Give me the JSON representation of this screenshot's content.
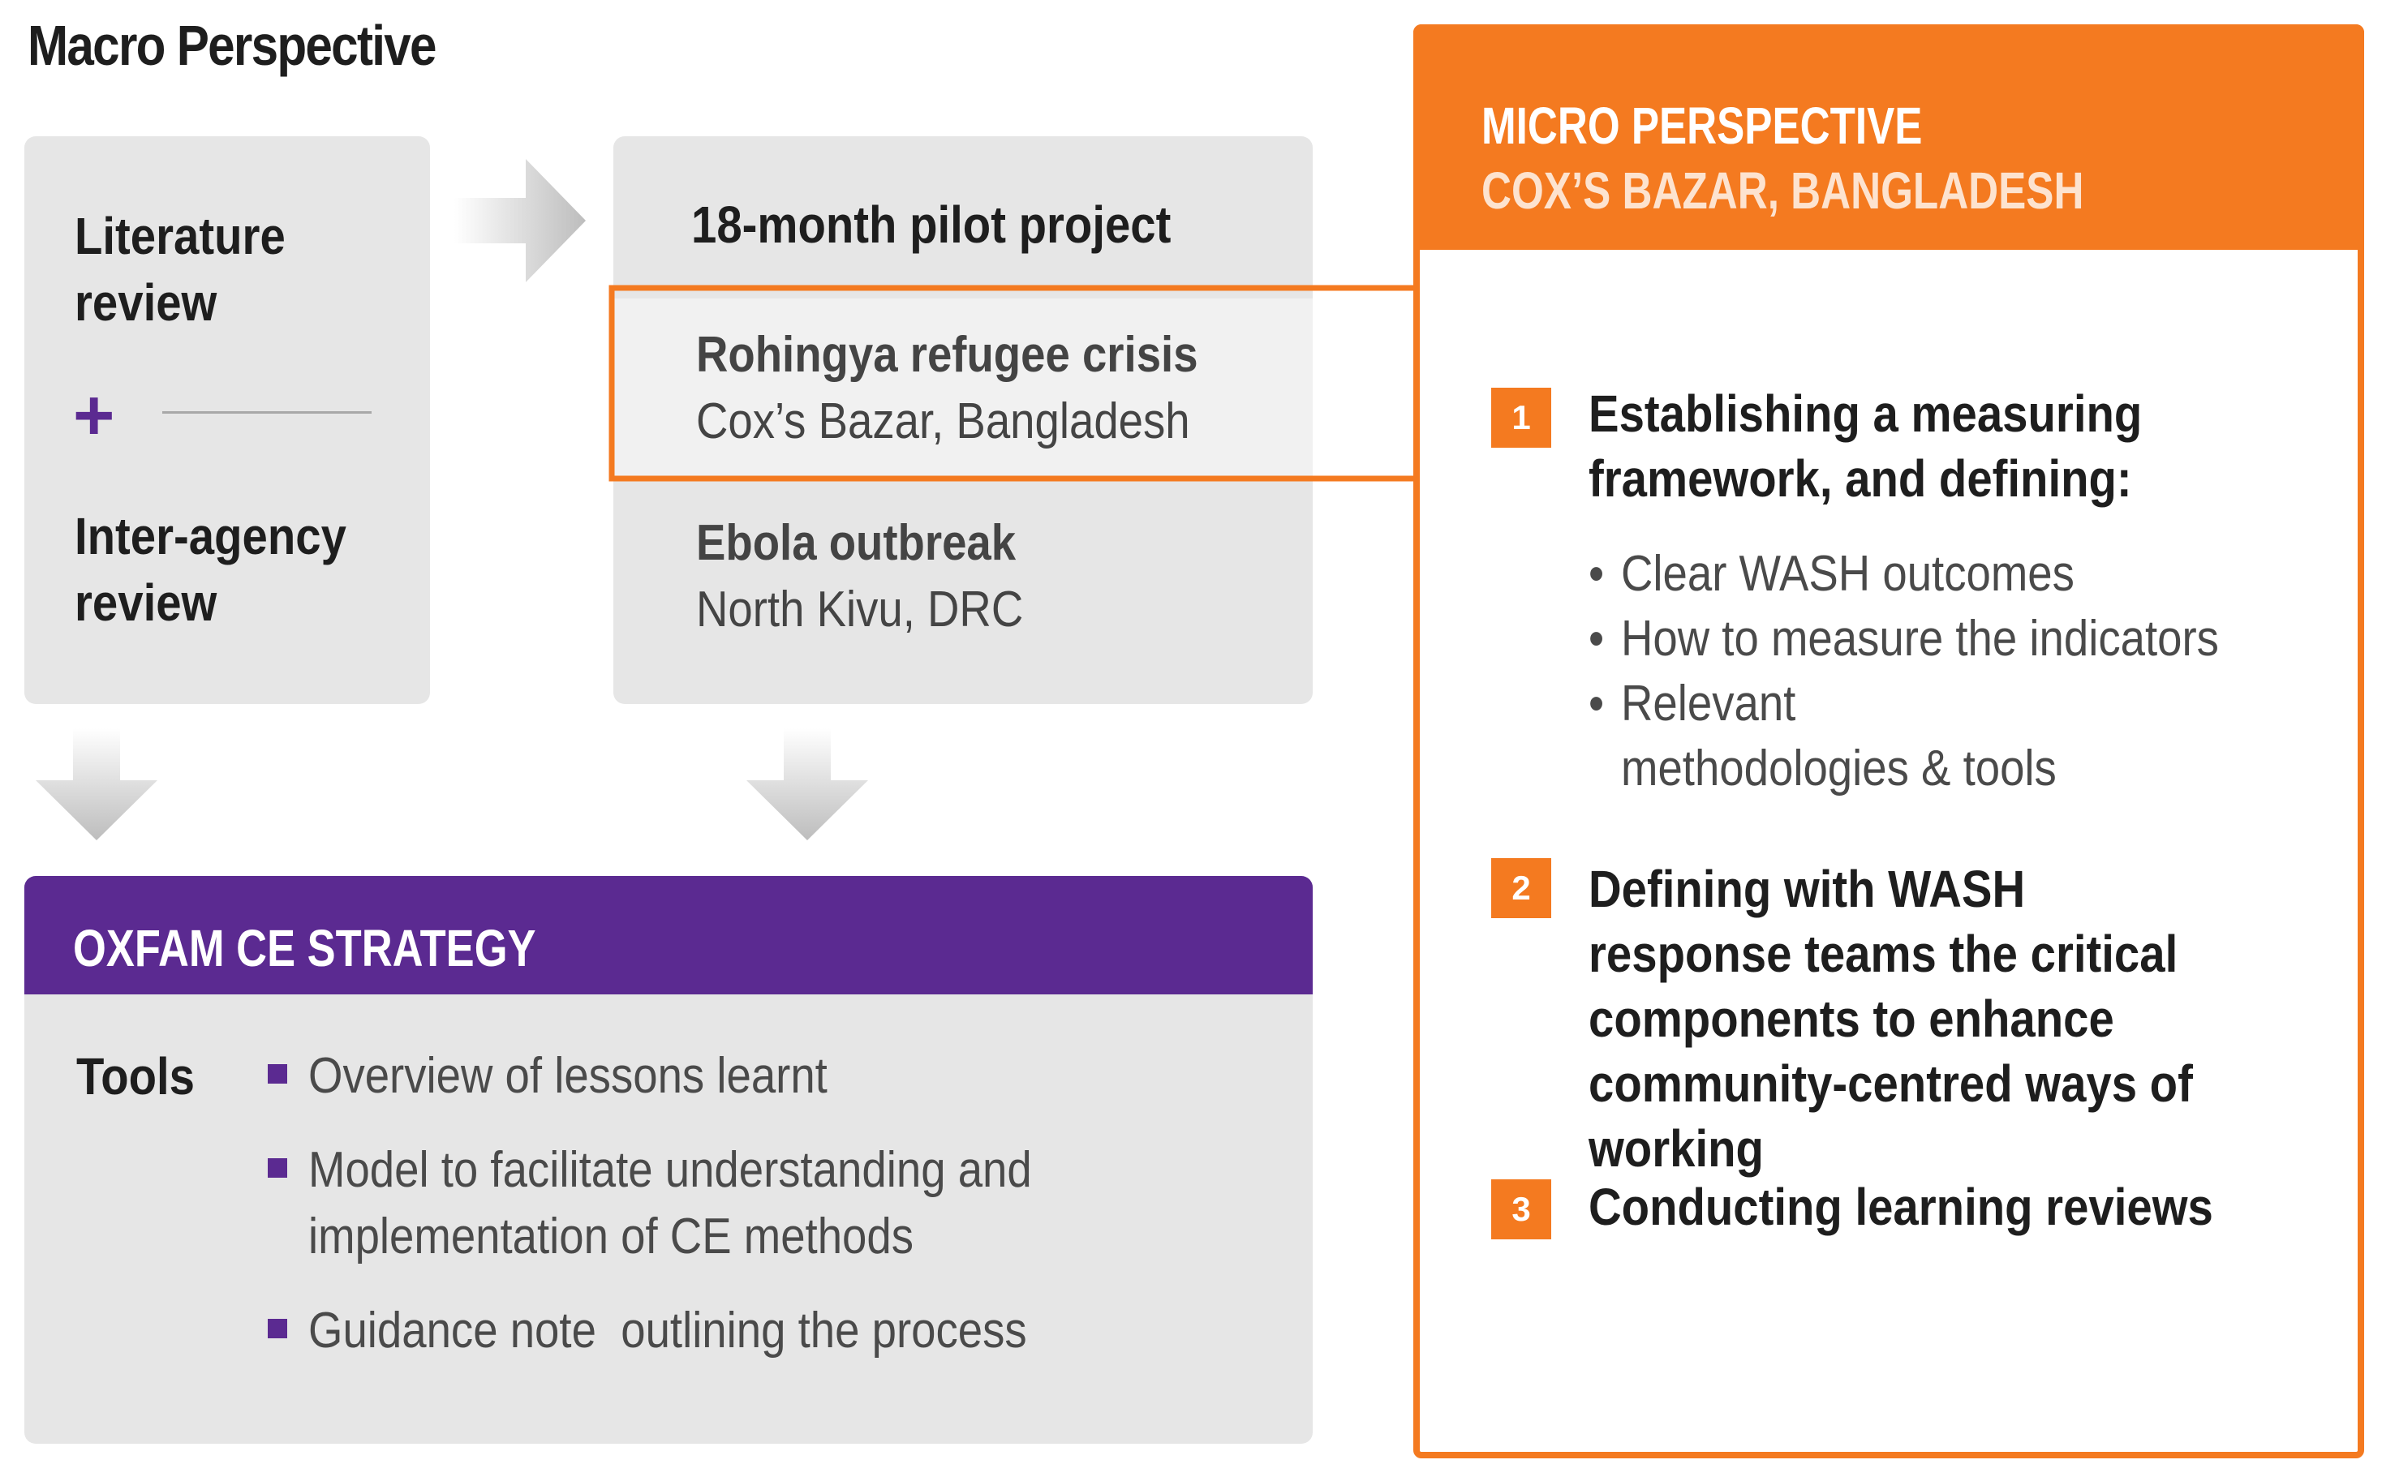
{
  "macro": {
    "title": "Macro Perspective",
    "literature_review": "Literature review",
    "plus": "+",
    "inter_agency_review": "Inter-agency review",
    "pilot": {
      "title": "18-month pilot project",
      "rohingya_title": "Rohingya refugee crisis",
      "rohingya_location": "Cox’s Bazar, Bangladesh",
      "ebola_title": "Ebola outbreak",
      "ebola_location": "North Kivu, DRC"
    },
    "strategy": {
      "title": "OXFAM CE STRATEGY",
      "tools_label": "Tools",
      "tools": [
        "Overview of lessons learnt",
        "Model to facilitate understanding and implementation of CE methods",
        "Guidance note  outlining the process"
      ]
    }
  },
  "micro": {
    "title_line1": "MICRO PERSPECTIVE",
    "title_line2": "COX’S BAZAR, BANGLADESH",
    "steps": [
      {
        "number": "1",
        "text": "Establishing a measuring framework, and defining:",
        "bullets": [
          "Clear WASH outcomes",
          "How to measure the indicators",
          "Relevant methodologies & tools"
        ]
      },
      {
        "number": "2",
        "text": "Defining with WASH response teams the critical components to enhance community-centred ways of working"
      },
      {
        "number": "3",
        "text": "Conducting learning reviews"
      }
    ]
  },
  "colors": {
    "purple": "#5b2a91",
    "orange": "#f47a20",
    "box_gray": "#e6e6e6",
    "arrow_gray": "#c4c4c4"
  }
}
